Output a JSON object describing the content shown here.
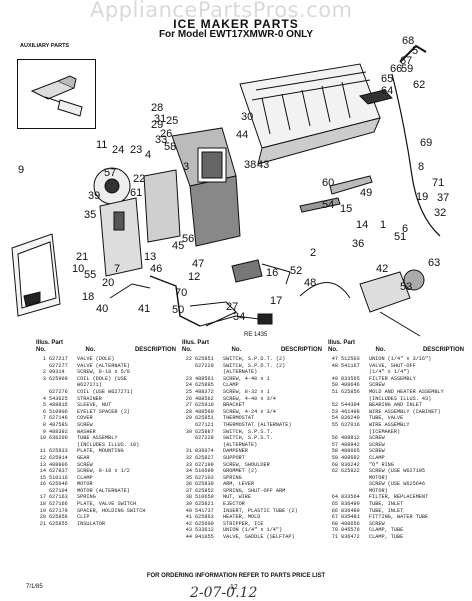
{
  "watermark": "AppliancePartsPros.com",
  "header": {
    "title": "ICE MAKER PARTS",
    "subtitle": "For Model EWT17XMWR-0 ONLY"
  },
  "diagram": {
    "aux_label": "AUXILIARY PARTS",
    "figure_code": "RE 1435",
    "callouts": [
      "68",
      "5",
      "67",
      "66",
      "65",
      "64",
      "59",
      "62",
      "25",
      "26",
      "24",
      "23",
      "33",
      "58",
      "31",
      "28",
      "29",
      "30",
      "44",
      "43",
      "38",
      "3",
      "4",
      "9",
      "57",
      "11",
      "8",
      "12",
      "70",
      "22",
      "19",
      "61",
      "37",
      "6",
      "39",
      "35",
      "21",
      "10",
      "55",
      "20",
      "7",
      "18",
      "40",
      "45",
      "13",
      "46",
      "56",
      "47",
      "50",
      "41",
      "17",
      "27",
      "34",
      "52",
      "48",
      "16",
      "2",
      "15",
      "14",
      "1",
      "54",
      "49",
      "36",
      "51",
      "60",
      "53",
      "42",
      "63",
      "32",
      "69",
      "71"
    ]
  },
  "parts_table": {
    "headers": {
      "illus": "Illus. Part",
      "no": "No.",
      "part_no": "No.",
      "description": "DESCRIPTION"
    },
    "columns": [
      [
        {
          "illus": "1",
          "part": "627217",
          "desc": "VALVE (DOLE)"
        },
        {
          "illus": "",
          "part": "627277",
          "desc": "VALVE (ALTERNATE)"
        },
        {
          "illus": "2",
          "part": "99314",
          "desc": "SCREW, 8-18 x 5/8"
        },
        {
          "illus": "3",
          "part": "625909",
          "desc": "COIL (DOLE) (USE"
        },
        {
          "illus": "",
          "part": "",
          "desc": "W627271)"
        },
        {
          "illus": "",
          "part": "627276",
          "desc": "COIL (USE W627271)"
        },
        {
          "illus": "4",
          "part": "543625",
          "desc": "STRAINER"
        },
        {
          "illus": "5",
          "part": "488815",
          "desc": "SLEEVE, NUT"
        },
        {
          "illus": "6",
          "part": "510906",
          "desc": "EYELET SPACER (2)"
        },
        {
          "illus": "7",
          "part": "627146",
          "desc": "COVER"
        },
        {
          "illus": "8",
          "part": "48758S",
          "desc": "SCREW"
        },
        {
          "illus": "9",
          "part": "488392",
          "desc": "WASHER"
        },
        {
          "illus": "10",
          "part": "636200",
          "desc": "TUBE ASSEMBLY"
        },
        {
          "illus": "",
          "part": "",
          "desc": "(INCLUDES ILLUS. 10)"
        },
        {
          "illus": "11",
          "part": "625833",
          "desc": "PLATE, MOUNTING"
        },
        {
          "illus": "12",
          "part": "625914",
          "desc": "GEAR"
        },
        {
          "illus": "13",
          "part": "488806",
          "desc": "SCREW"
        },
        {
          "illus": "14",
          "part": "627837",
          "desc": "SCREW, 8-18 x 1/2"
        },
        {
          "illus": "15",
          "part": "510116",
          "desc": "CLAMP"
        },
        {
          "illus": "16",
          "part": "625646",
          "desc": "MOTOR"
        },
        {
          "illus": "",
          "part": "627104",
          "desc": "MOTOR (ALTERNATE)"
        },
        {
          "illus": "17",
          "part": "627163",
          "desc": "SPRING"
        },
        {
          "illus": "18",
          "part": "627166",
          "desc": "PLATE, VALVE SWITCH"
        },
        {
          "illus": "19",
          "part": "627179",
          "desc": "SPACER, HOLDING SWITCH"
        },
        {
          "illus": "20",
          "part": "625856",
          "desc": "CLIP"
        },
        {
          "illus": "21",
          "part": "625855",
          "desc": "INSULATOR"
        }
      ],
      [
        {
          "illus": "22",
          "part": "625851",
          "desc": "SWITCH, S.P.D.T. (2)"
        },
        {
          "illus": "",
          "part": "627229",
          "desc": "SWITCH, S.P.D.T. (2)"
        },
        {
          "illus": "",
          "part": "",
          "desc": "(ALTERNATE)"
        },
        {
          "illus": "23",
          "part": "488561",
          "desc": "SCREW, 4-40 x 1"
        },
        {
          "illus": "24",
          "part": "625895",
          "desc": "CLAMP"
        },
        {
          "illus": "25",
          "part": "488372",
          "desc": "SCREW, 8-32 x 1"
        },
        {
          "illus": "26",
          "part": "488562",
          "desc": "SCREW, 4-40 x 3/4"
        },
        {
          "illus": "27",
          "part": "625910",
          "desc": "BRACKET"
        },
        {
          "illus": "28",
          "part": "488560",
          "desc": "SCREW, 4-24 x 3/4"
        },
        {
          "illus": "29",
          "part": "625851",
          "desc": "THERMOSTAT"
        },
        {
          "illus": "",
          "part": "627121",
          "desc": "THERMOSTAT (ALTERNATE)"
        },
        {
          "illus": "30",
          "part": "625887",
          "desc": "SWITCH, S.P.S.T."
        },
        {
          "illus": "",
          "part": "627228",
          "desc": "SWITCH, S.P.S.T."
        },
        {
          "illus": "",
          "part": "",
          "desc": "(ALTERNATE)"
        },
        {
          "illus": "31",
          "part": "836074",
          "desc": "DAMPENER"
        },
        {
          "illus": "32",
          "part": "625827",
          "desc": "SUPPORT"
        },
        {
          "illus": "33",
          "part": "627199",
          "desc": "SCREW, SHOULDER"
        },
        {
          "illus": "34",
          "part": "510699",
          "desc": "GROMMET (2)"
        },
        {
          "illus": "35",
          "part": "627103",
          "desc": "SPRING"
        },
        {
          "illus": "36",
          "part": "625830",
          "desc": "ARM, LEVER"
        },
        {
          "illus": "37",
          "part": "625852",
          "desc": "SPRING, SHUT-OFF ARM"
        },
        {
          "illus": "38",
          "part": "510650",
          "desc": "NUT, WIRE"
        },
        {
          "illus": "39",
          "part": "625821",
          "desc": "EJECTOR"
        },
        {
          "illus": "40",
          "part": "541737",
          "desc": "INSERT, PLASTIC TUBE (2)"
        },
        {
          "illus": "41",
          "part": "625863",
          "desc": "HEATER, MOLD"
        },
        {
          "illus": "42",
          "part": "625600",
          "desc": "STRIPPER, ICE"
        },
        {
          "illus": "43",
          "part": "533612",
          "desc": "UNION (1/4\" x 1/4\")"
        },
        {
          "illus": "44",
          "part": "841055",
          "desc": "VALVE, SADDLE (SELFTAP)"
        }
      ],
      [
        {
          "illus": "47",
          "part": "512503",
          "desc": "UNION (1/4\" x 3/16\")"
        },
        {
          "illus": "48",
          "part": "541167",
          "desc": "VALVE, SHUT-OFF"
        },
        {
          "illus": "",
          "part": "",
          "desc": "(1/4\" x 1/4\")"
        },
        {
          "illus": "49",
          "part": "833565",
          "desc": "FILTER ASSEMBLY"
        },
        {
          "illus": "50",
          "part": "488646",
          "desc": "SCREW"
        },
        {
          "illus": "51",
          "part": "625856",
          "desc": "MOLD AND HEATER ASSEMBLY"
        },
        {
          "illus": "",
          "part": "",
          "desc": "(INCLUDES ILLUS. 43)"
        },
        {
          "illus": "52",
          "part": "544304",
          "desc": "BEARING AND INLET"
        },
        {
          "illus": "53",
          "part": "461498",
          "desc": "WIRE ASSEMBLY (CABINET)"
        },
        {
          "illus": "54",
          "part": "836240",
          "desc": "TUBE, VALVE"
        },
        {
          "illus": "55",
          "part": "627016",
          "desc": "WIRE ASSEMBLY"
        },
        {
          "illus": "",
          "part": "",
          "desc": "(ICEMAKER)"
        },
        {
          "illus": "56",
          "part": "488812",
          "desc": "SCREW"
        },
        {
          "illus": "57",
          "part": "488942",
          "desc": "SCREW"
        },
        {
          "illus": "58",
          "part": "488665",
          "desc": "SCREW"
        },
        {
          "illus": "59",
          "part": "488682",
          "desc": "CLAMP"
        },
        {
          "illus": "60",
          "part": "836242",
          "desc": "\"O\" RING"
        },
        {
          "illus": "62",
          "part": "625822",
          "desc": "SCREW (USE W627105"
        },
        {
          "illus": "",
          "part": "",
          "desc": "MOTOR)"
        },
        {
          "illus": "",
          "part": "",
          "desc": "SCREW (USE W625646"
        },
        {
          "illus": "",
          "part": "",
          "desc": "MOTOR)"
        },
        {
          "illus": "64",
          "part": "833564",
          "desc": "FILTER, REPLACEMENT"
        },
        {
          "illus": "65",
          "part": "836490",
          "desc": "TUBE, INLET"
        },
        {
          "illus": "66",
          "part": "836489",
          "desc": "TUBE, INLET"
        },
        {
          "illus": "67",
          "part": "835481",
          "desc": "FITTING, WATER TUBE"
        },
        {
          "illus": "68",
          "part": "488656",
          "desc": "SCREW"
        },
        {
          "illus": "70",
          "part": "845576",
          "desc": "CLAMP, TUBE"
        },
        {
          "illus": "71",
          "part": "836472",
          "desc": "CLAMP, TUBE"
        }
      ]
    ]
  },
  "footer": {
    "ordering_note": "FOR ORDERING INFORMATION REFER TO PARTS PRICE LIST",
    "doc_code": "7/1/85",
    "page_number": "12",
    "handwritten": "2-07-0.12"
  }
}
